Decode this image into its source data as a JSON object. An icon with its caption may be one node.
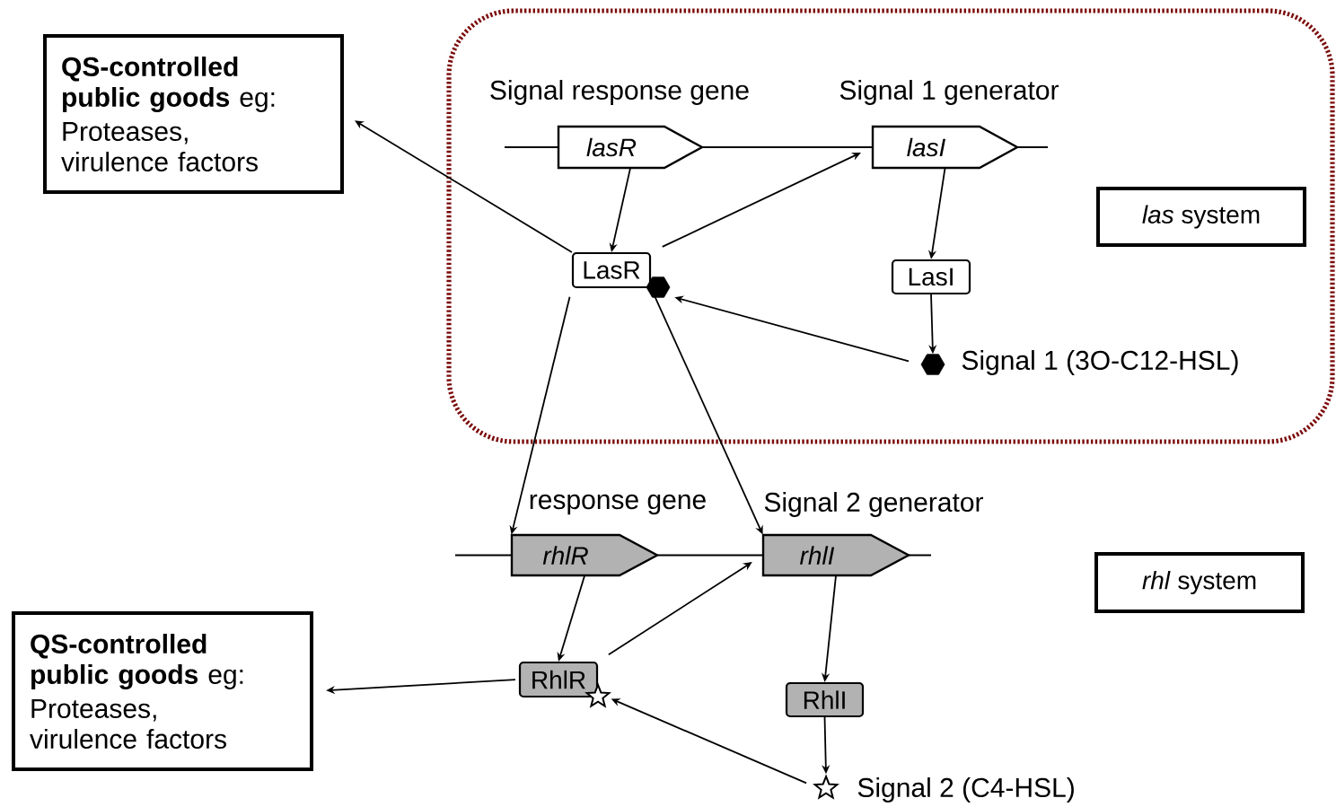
{
  "diagram": {
    "nodes": [
      {
        "text": [],
        "shape": "box"
      },
      {
        "text": [
          "**QS-controlled public goods** eg:",
          "Proteases, virulence factors"
        ]
      },
      {
        "text": [
          "lasR"
        ],
        "in": 0,
        "beside": [
          "Signal response gene"
        ]
      },
      {
        "text": [
          "lasI"
        ],
        "in": 0,
        "beside": [
          "Signal 1 generator"
        ]
      },
      {
        "text": [
          "*las* system"
        ],
        "in": 0
      },
      {
        "text": [
          "LasR"
        ],
        "in": 0
      },
      {
        "text": [],
        "shape": "hexagon",
        "in": 0
      },
      {
        "text": [
          "LasI"
        ],
        "in": 0
      },
      {
        "text": [],
        "shape": "hexagon",
        "in": 0,
        "beside": [
          "Signal 1 (3O-C12-HSL)"
        ]
      },
      {
        "text": [
          "rhlR"
        ],
        "beside": [
          "response gene"
        ]
      },
      {
        "text": [
          "rhlI"
        ],
        "beside": [
          "Signal 2 generator"
        ]
      },
      {
        "text": [
          "*rhl* system"
        ]
      },
      {
        "text": [
          "**QS-controlled public goods** eg:",
          "Proteases, virulence factors"
        ]
      },
      {
        "text": [
          "RhlR"
        ]
      },
      {
        "text": [],
        "shape": "star"
      },
      {
        "text": [
          "RhlI"
        ]
      },
      {
        "text": [],
        "shape": "star",
        "beside": [
          "Signal 2 (C4-HSL)"
        ]
      }
    ],
    "edges": [
      {
        "from": 2,
        "to": 3,
        "arrow": "none"
      },
      {
        "from": 2,
        "to": 5,
        "arrow": "to"
      },
      {
        "from": 5,
        "to": 1,
        "arrow": "to"
      },
      {
        "from": 5,
        "to": 3,
        "arrow": "to"
      },
      {
        "from": 3,
        "to": 7,
        "arrow": "to"
      },
      {
        "from": 7,
        "to": 8,
        "arrow": "to"
      },
      {
        "from": 8,
        "to": 6,
        "arrow": "to"
      },
      {
        "from": 5,
        "to": 9,
        "arrow": "to"
      },
      {
        "from": 5,
        "to": 10,
        "arrow": "to"
      },
      {
        "from": 9,
        "to": 10,
        "arrow": "none"
      },
      {
        "from": 9,
        "to": 13,
        "arrow": "to"
      },
      {
        "from": 13,
        "to": 10,
        "arrow": "to"
      },
      {
        "from": 13,
        "to": 12,
        "arrow": "to"
      },
      {
        "from": 10,
        "to": 15,
        "arrow": "to"
      },
      {
        "from": 15,
        "to": 16,
        "arrow": "to"
      },
      {
        "from": 16,
        "to": 14,
        "arrow": "to"
      }
    ]
  }
}
